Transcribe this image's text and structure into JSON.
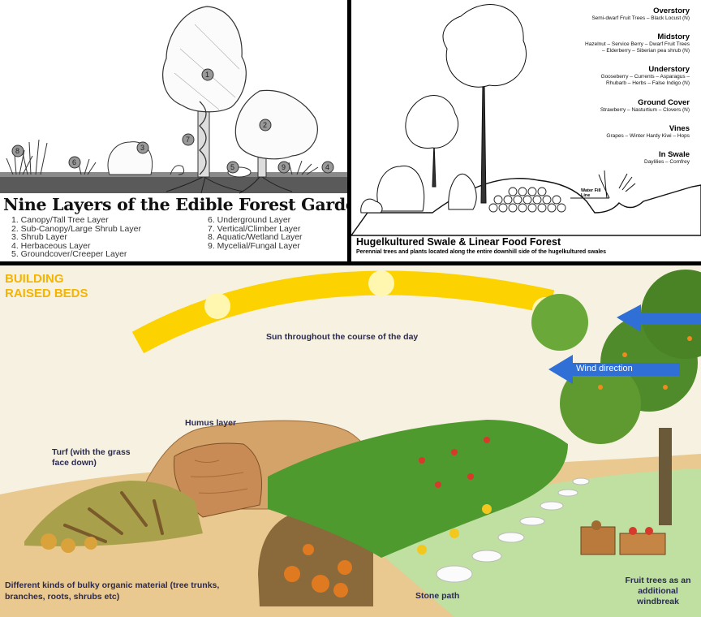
{
  "forest_garden": {
    "title": "Nine Layers of the Edible Forest Garden",
    "numbers": [
      "1",
      "2",
      "3",
      "4",
      "5",
      "6",
      "7",
      "8",
      "9"
    ],
    "legend_left": [
      "1. Canopy/Tall Tree Layer",
      "2. Sub-Canopy/Large Shrub Layer",
      "3. Shrub Layer",
      "4. Herbaceous Layer",
      "5. Groundcover/Creeper Layer"
    ],
    "legend_right": [
      "6. Underground Layer",
      "7. Vertical/Climber Layer",
      "8. Aquatic/Wetland Layer",
      "9. Mycelial/Fungal Layer"
    ]
  },
  "hugelkultur": {
    "layers": [
      {
        "heading": "Overstory",
        "lines": [
          "Semi-dwarf Fruit Trees – Black Locust (N)"
        ]
      },
      {
        "heading": "Midstory",
        "lines": [
          "Hazelnut – Service Berry – Dwarf Fruit Trees",
          "– Elderberry – Siberian pea shrub (N)"
        ]
      },
      {
        "heading": "Understory",
        "lines": [
          "Gooseberry – Currents – Asparagus –",
          "Rhubarb – Herbs – False Indigo (N)"
        ]
      },
      {
        "heading": "Ground Cover",
        "lines": [
          "Strawberry – Nasturtium – Clovers (N)"
        ]
      },
      {
        "heading": "Vines",
        "lines": [
          "Grapes – Winter Hardy Kiwi – Hops"
        ]
      },
      {
        "heading": "In Swale",
        "lines": [
          "Daylilies – Comfrey"
        ]
      }
    ],
    "water_fill_label": "Water Fill Line",
    "title": "Hugelkultured Swale & Linear Food Forest",
    "subtitle": "Perennial trees and plants located along the entire downhill side of the hugelkultured swales"
  },
  "raised_beds": {
    "title": "BUILDING\nRAISED BEDS",
    "sun_label": "Sun throughout the course of the day",
    "wind_label": "Wind direction",
    "humus_label": "Humus layer",
    "turf_label": "Turf (with the grass face down)",
    "bulky_label": "Different kinds of bulky organic material (tree trunks, branches, roots, shrubs etc)",
    "stone_label": "Stone path",
    "fruit_label": "Fruit trees as an additional windbreak"
  },
  "colors": {
    "sun_yellow": "#fcd200",
    "title_orange": "#f4b400",
    "wind_blue": "#2f6fd6",
    "label_navy": "#2a2a55",
    "soil": "#e9c98f"
  }
}
